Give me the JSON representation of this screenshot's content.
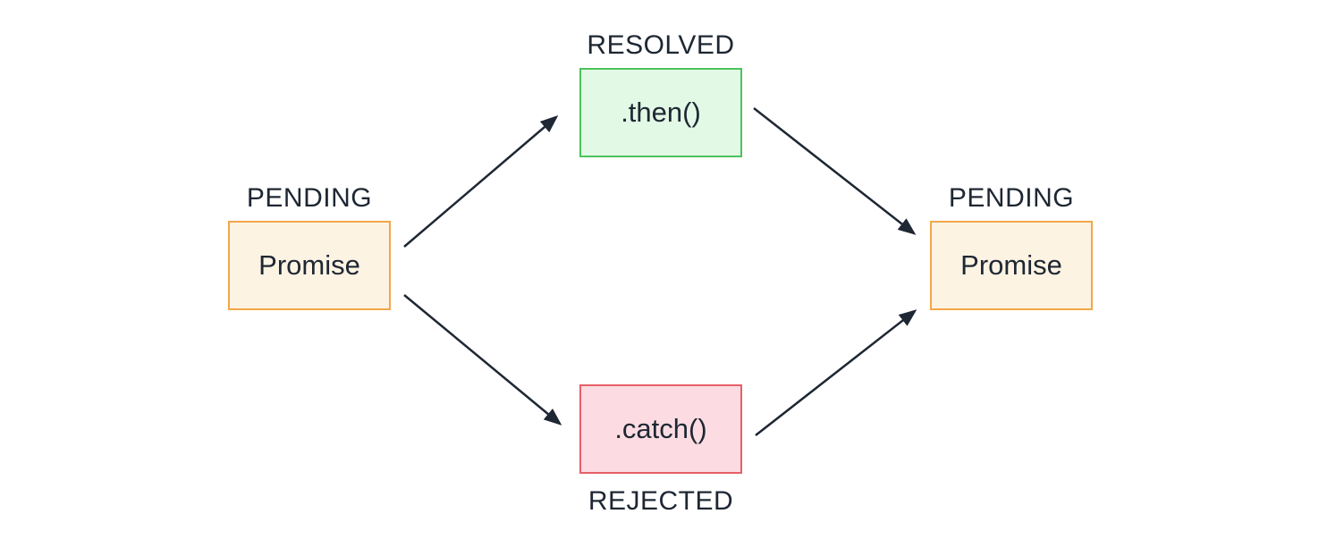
{
  "nodes": {
    "promise_left": {
      "state": "PENDING",
      "label": "Promise"
    },
    "then": {
      "state": "RESOLVED",
      "label": ".then()"
    },
    "catch": {
      "state": "REJECTED",
      "label": ".catch()"
    },
    "promise_right": {
      "state": "PENDING",
      "label": "Promise"
    }
  },
  "edges": [
    {
      "from": "promise_left",
      "to": "then"
    },
    {
      "from": "promise_left",
      "to": "catch"
    },
    {
      "from": "then",
      "to": "promise_right"
    },
    {
      "from": "catch",
      "to": "promise_right"
    }
  ],
  "colors": {
    "pending_border": "#F2A64A",
    "pending_fill": "#FDF3E3",
    "resolved_border": "#4CC35C",
    "resolved_fill": "#E2F9E6",
    "rejected_border": "#E75F68",
    "rejected_fill": "#FCDCE2",
    "text_color": "#1E2733",
    "arrow_color": "#1E2733",
    "background": "#FFFFFF"
  }
}
